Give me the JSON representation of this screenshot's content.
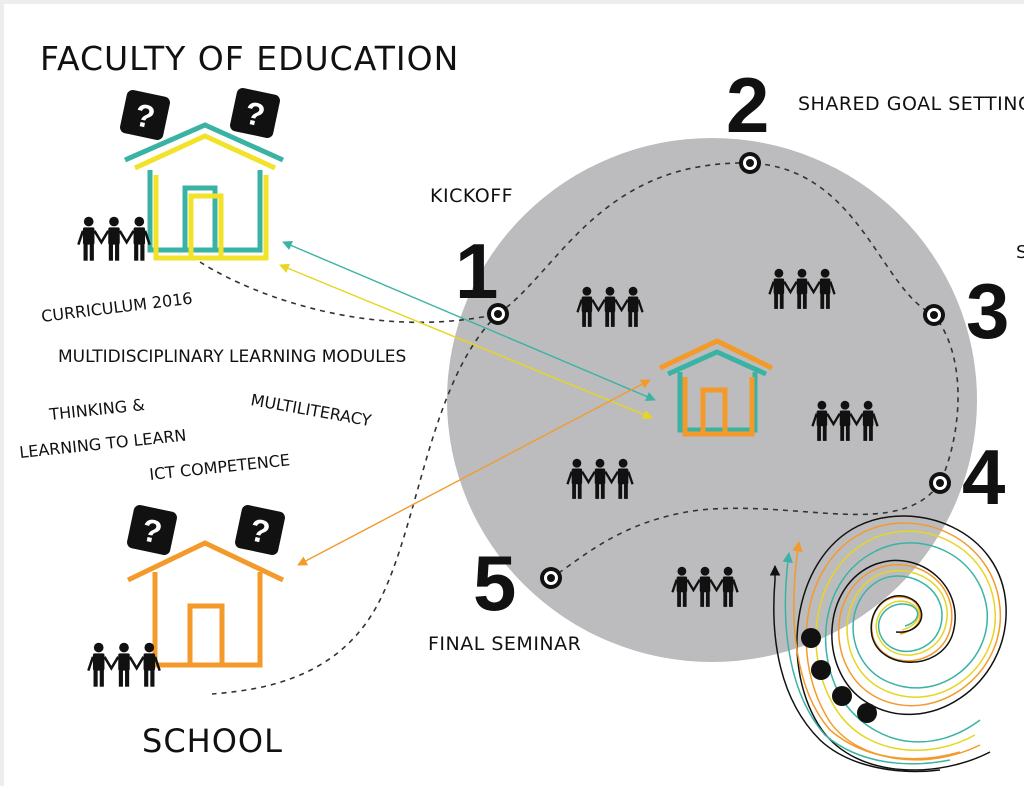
{
  "title": "FACULTY OF EDUCATION",
  "school_label": "SCHOOL",
  "topics": {
    "curriculum": "CURRICULUM 2016",
    "modules": "MULTIDISCIPLINARY LEARNING MODULES",
    "thinking_line1": "THINKING &",
    "thinking_line2": "LEARNING TO LEARN",
    "multiliteracy": "MULTILITERACY",
    "ict": "ICT COMPETENCE"
  },
  "steps": [
    {
      "number": "1",
      "label": "KICKOFF"
    },
    {
      "number": "2",
      "label": "SHARED GOAL SETTING"
    },
    {
      "number": "3",
      "label": ""
    },
    {
      "number": "4",
      "label": ""
    },
    {
      "number": "5",
      "label": "FINAL SEMINAR"
    }
  ],
  "edge_glyph": "S",
  "question_mark": "?",
  "colors": {
    "teal": "#3bb3a4",
    "yellow": "#f2e32a",
    "orange": "#f39a2b",
    "circle": "#bcbcbe",
    "ink": "#111111"
  }
}
